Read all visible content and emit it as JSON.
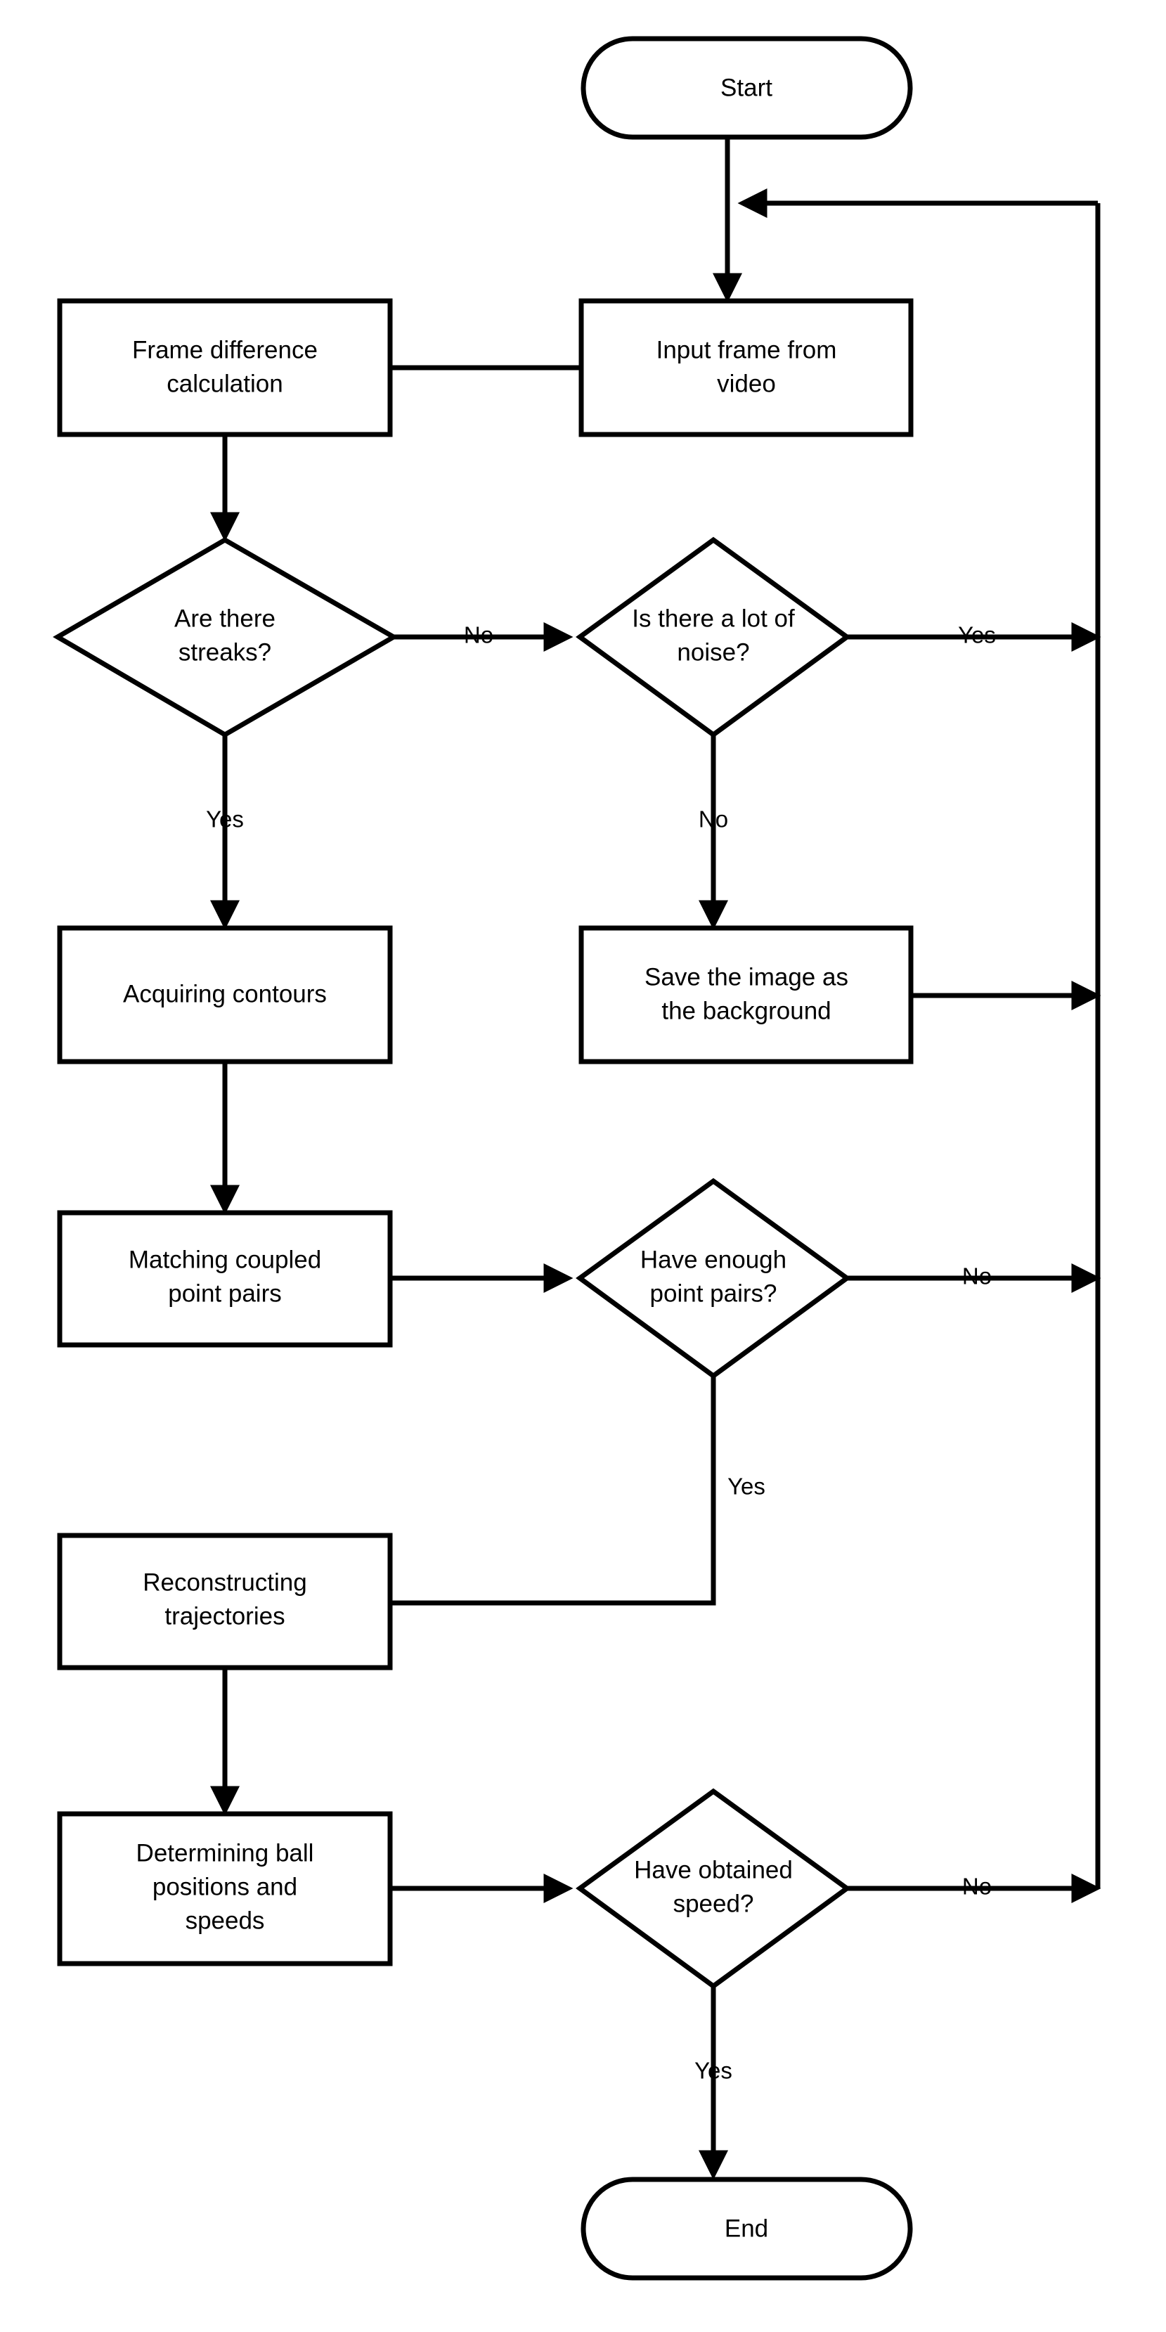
{
  "diagram": {
    "type": "flowchart",
    "title": "Ball detection and speed estimation flowchart",
    "colors": {
      "stroke": "#000000",
      "fill": "#ffffff",
      "background": "#ffffff"
    },
    "nodes": [
      {
        "id": "start",
        "shape": "terminator",
        "lines": [
          "Start"
        ]
      },
      {
        "id": "input",
        "shape": "process",
        "lines": [
          "Input frame from",
          "video"
        ]
      },
      {
        "id": "framediff",
        "shape": "process",
        "lines": [
          "Frame difference",
          "calculation"
        ]
      },
      {
        "id": "streaks",
        "shape": "decision",
        "lines": [
          "Are there",
          "streaks?"
        ]
      },
      {
        "id": "noise",
        "shape": "decision",
        "lines": [
          "Is there a lot of",
          "noise?"
        ]
      },
      {
        "id": "contours",
        "shape": "process",
        "lines": [
          "Acquiring contours"
        ]
      },
      {
        "id": "savebg",
        "shape": "process",
        "lines": [
          "Save the image as",
          "the background"
        ]
      },
      {
        "id": "matching",
        "shape": "process",
        "lines": [
          "Matching coupled",
          "point pairs"
        ]
      },
      {
        "id": "enough",
        "shape": "decision",
        "lines": [
          "Have enough",
          "point pairs?"
        ]
      },
      {
        "id": "reconstruct",
        "shape": "process",
        "lines": [
          "Reconstructing",
          "trajectories"
        ]
      },
      {
        "id": "determine",
        "shape": "process",
        "lines": [
          "Determining ball",
          "positions and",
          "speeds"
        ]
      },
      {
        "id": "obtained",
        "shape": "decision",
        "lines": [
          "Have obtained",
          "speed?"
        ]
      },
      {
        "id": "end",
        "shape": "terminator",
        "lines": [
          "End"
        ]
      }
    ],
    "edges": [
      {
        "from": "start",
        "to": "input",
        "label": ""
      },
      {
        "from": "input",
        "to": "framediff",
        "label": ""
      },
      {
        "from": "framediff",
        "to": "streaks",
        "label": ""
      },
      {
        "from": "streaks",
        "to": "noise",
        "label": "No"
      },
      {
        "from": "streaks",
        "to": "contours",
        "label": "Yes"
      },
      {
        "from": "noise",
        "to": "loop",
        "label": "Yes"
      },
      {
        "from": "noise",
        "to": "savebg",
        "label": "No"
      },
      {
        "from": "savebg",
        "to": "loop",
        "label": ""
      },
      {
        "from": "contours",
        "to": "matching",
        "label": ""
      },
      {
        "from": "matching",
        "to": "enough",
        "label": ""
      },
      {
        "from": "enough",
        "to": "loop",
        "label": "No"
      },
      {
        "from": "enough",
        "to": "reconstruct",
        "label": "Yes"
      },
      {
        "from": "reconstruct",
        "to": "determine",
        "label": ""
      },
      {
        "from": "determine",
        "to": "obtained",
        "label": ""
      },
      {
        "from": "obtained",
        "to": "loop",
        "label": "No"
      },
      {
        "from": "obtained",
        "to": "end",
        "label": "Yes"
      }
    ],
    "labels": {
      "start": "Start",
      "input_l1": "Input frame from",
      "input_l2": "video",
      "framediff_l1": "Frame difference",
      "framediff_l2": "calculation",
      "streaks_l1": "Are there",
      "streaks_l2": "streaks?",
      "noise_l1": "Is there a lot of",
      "noise_l2": "noise?",
      "contours_l1": "Acquiring contours",
      "savebg_l1": "Save the image as",
      "savebg_l2": "the background",
      "matching_l1": "Matching coupled",
      "matching_l2": "point pairs",
      "enough_l1": "Have enough",
      "enough_l2": "point pairs?",
      "reconstruct_l1": "Reconstructing",
      "reconstruct_l2": "trajectories",
      "determine_l1": "Determining ball",
      "determine_l2": "positions and",
      "determine_l3": "speeds",
      "obtained_l1": "Have obtained",
      "obtained_l2": "speed?",
      "end": "End",
      "edge_no_streaks": "No",
      "edge_yes_streaks": "Yes",
      "edge_yes_noise": "Yes",
      "edge_no_noise": "No",
      "edge_no_enough": "No",
      "edge_yes_enough": "Yes",
      "edge_no_obtained": "No",
      "edge_yes_obtained": "Yes"
    }
  }
}
